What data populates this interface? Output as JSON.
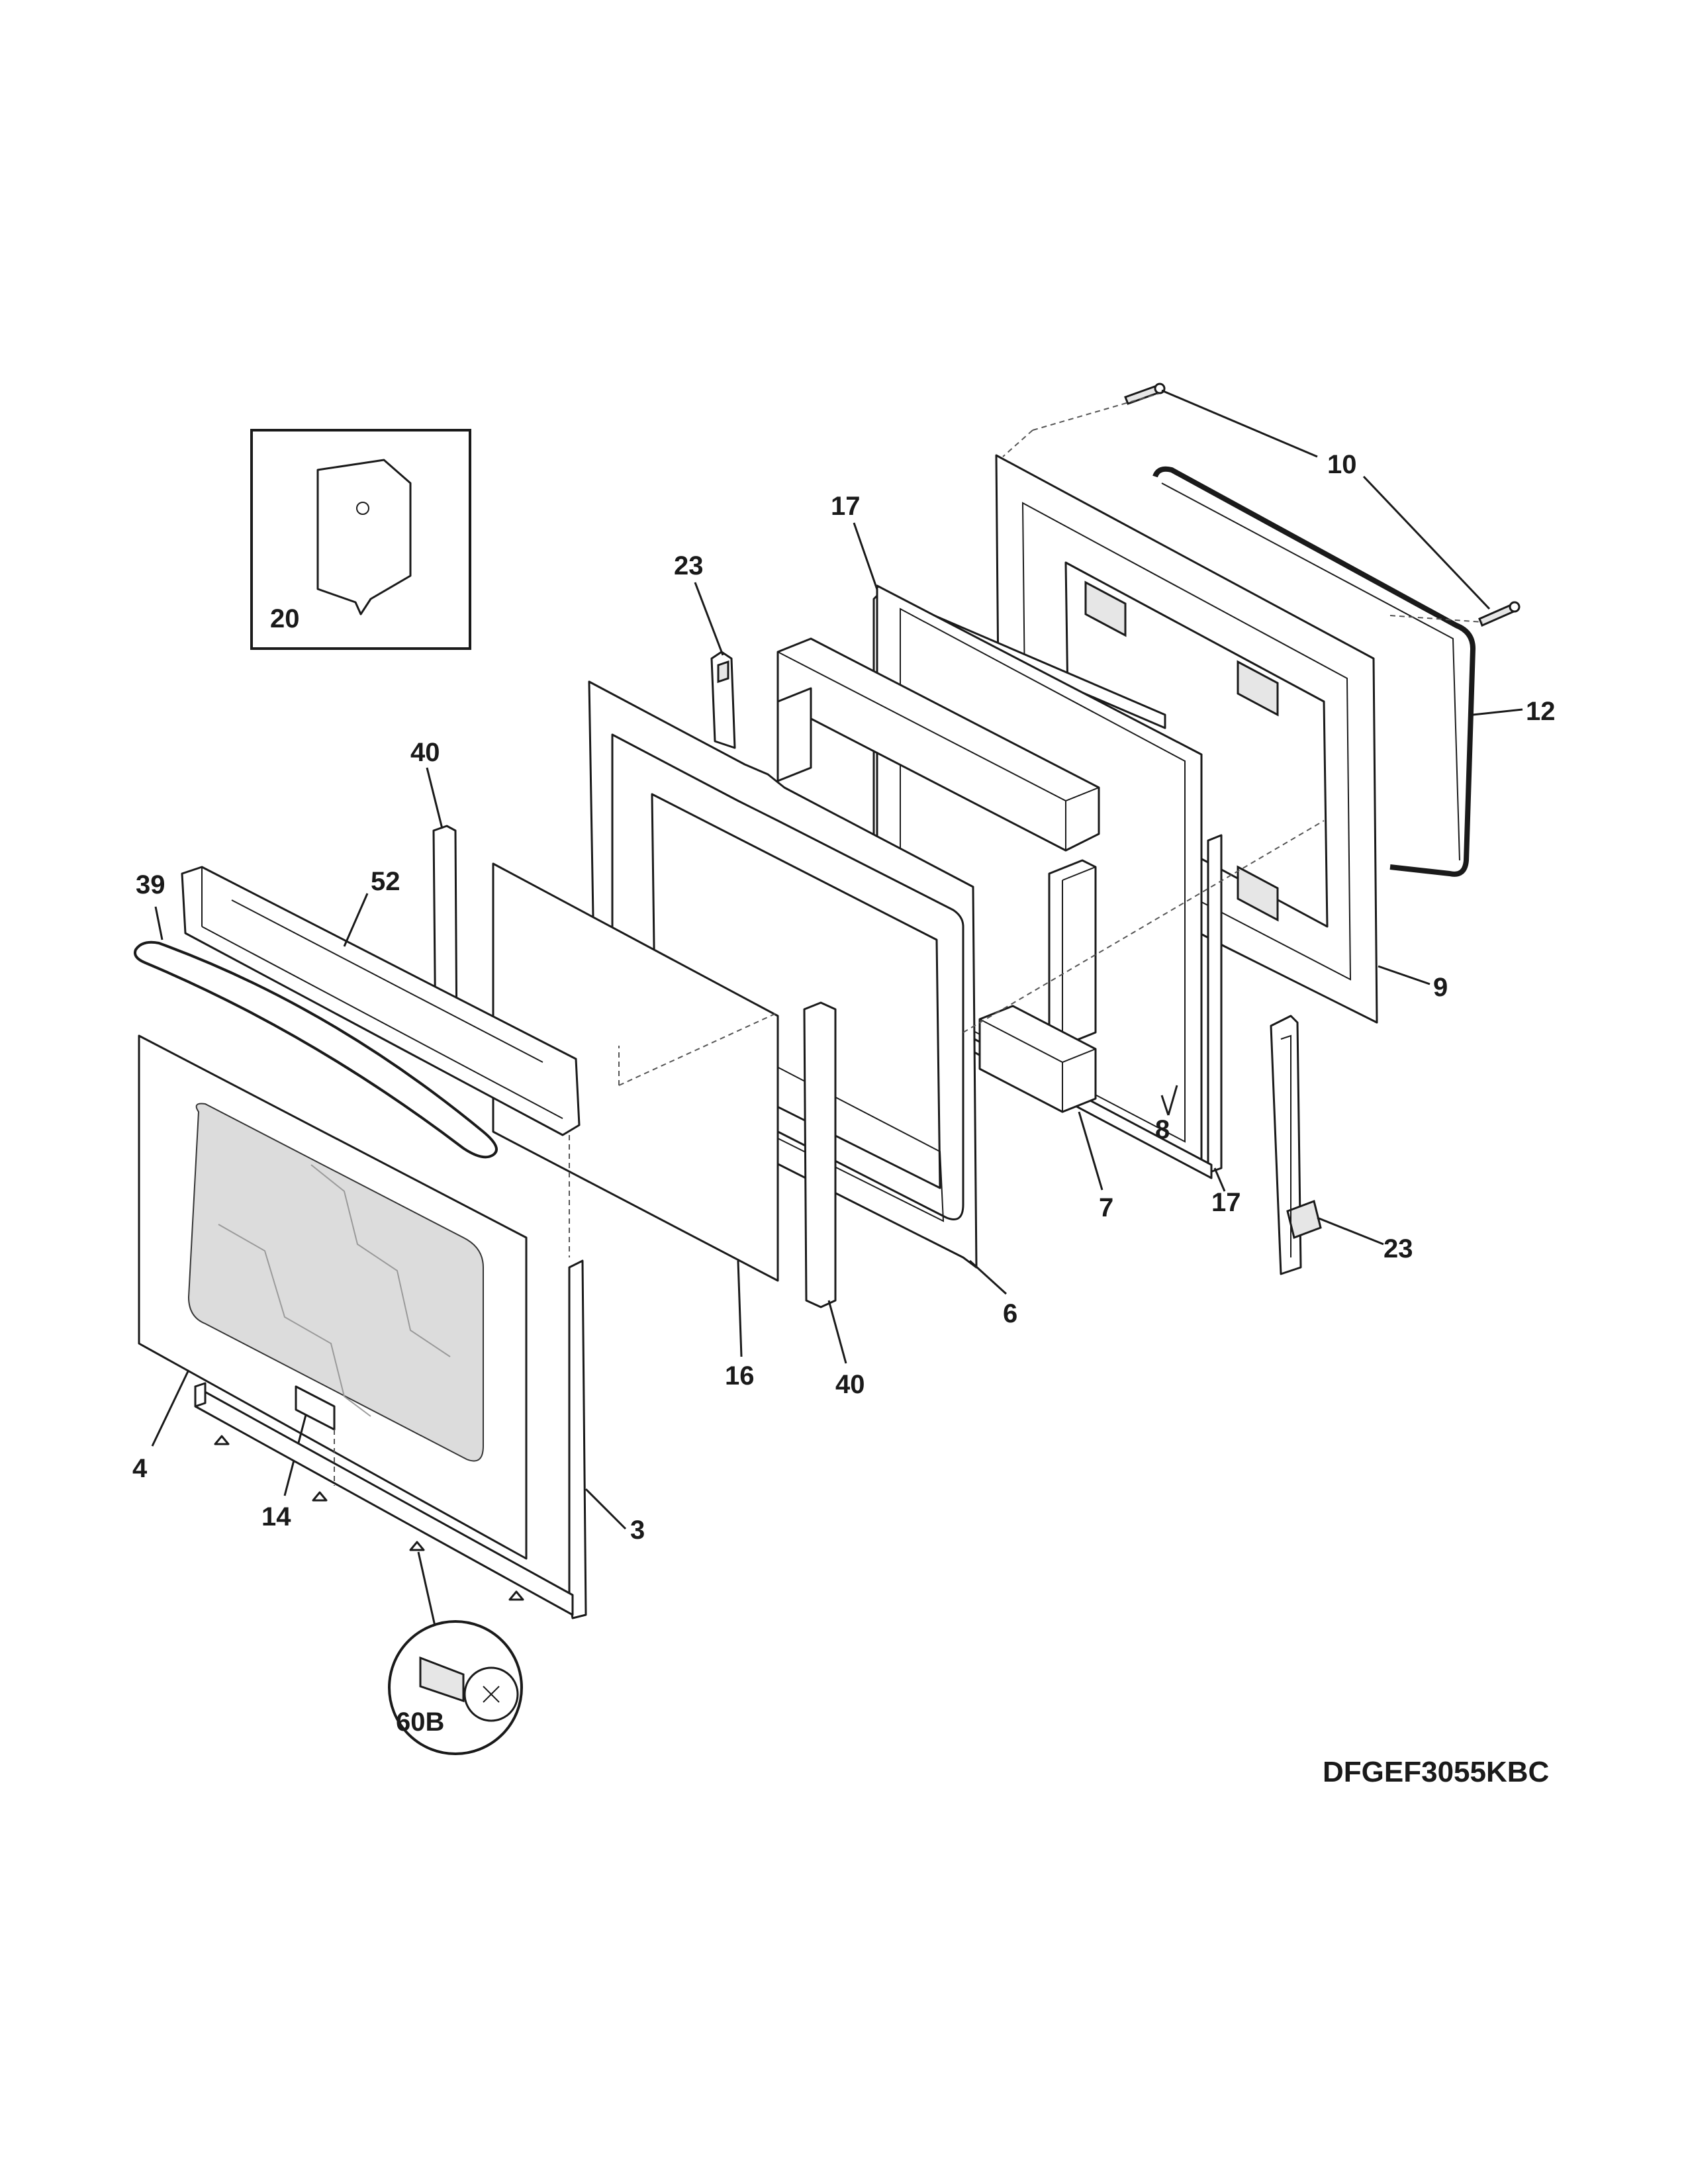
{
  "model_number": "DFGEF3055KBC",
  "callouts": {
    "c10": "10",
    "c12": "12",
    "c17a": "17",
    "c17b": "17",
    "c23a": "23",
    "c23b": "23",
    "c20": "20",
    "c40a": "40",
    "c40b": "40",
    "c39": "39",
    "c52": "52",
    "c9": "9",
    "c8": "8",
    "c7": "7",
    "c6": "6",
    "c16": "16",
    "c4": "4",
    "c14": "14",
    "c3": "3",
    "c60b": "60B"
  }
}
